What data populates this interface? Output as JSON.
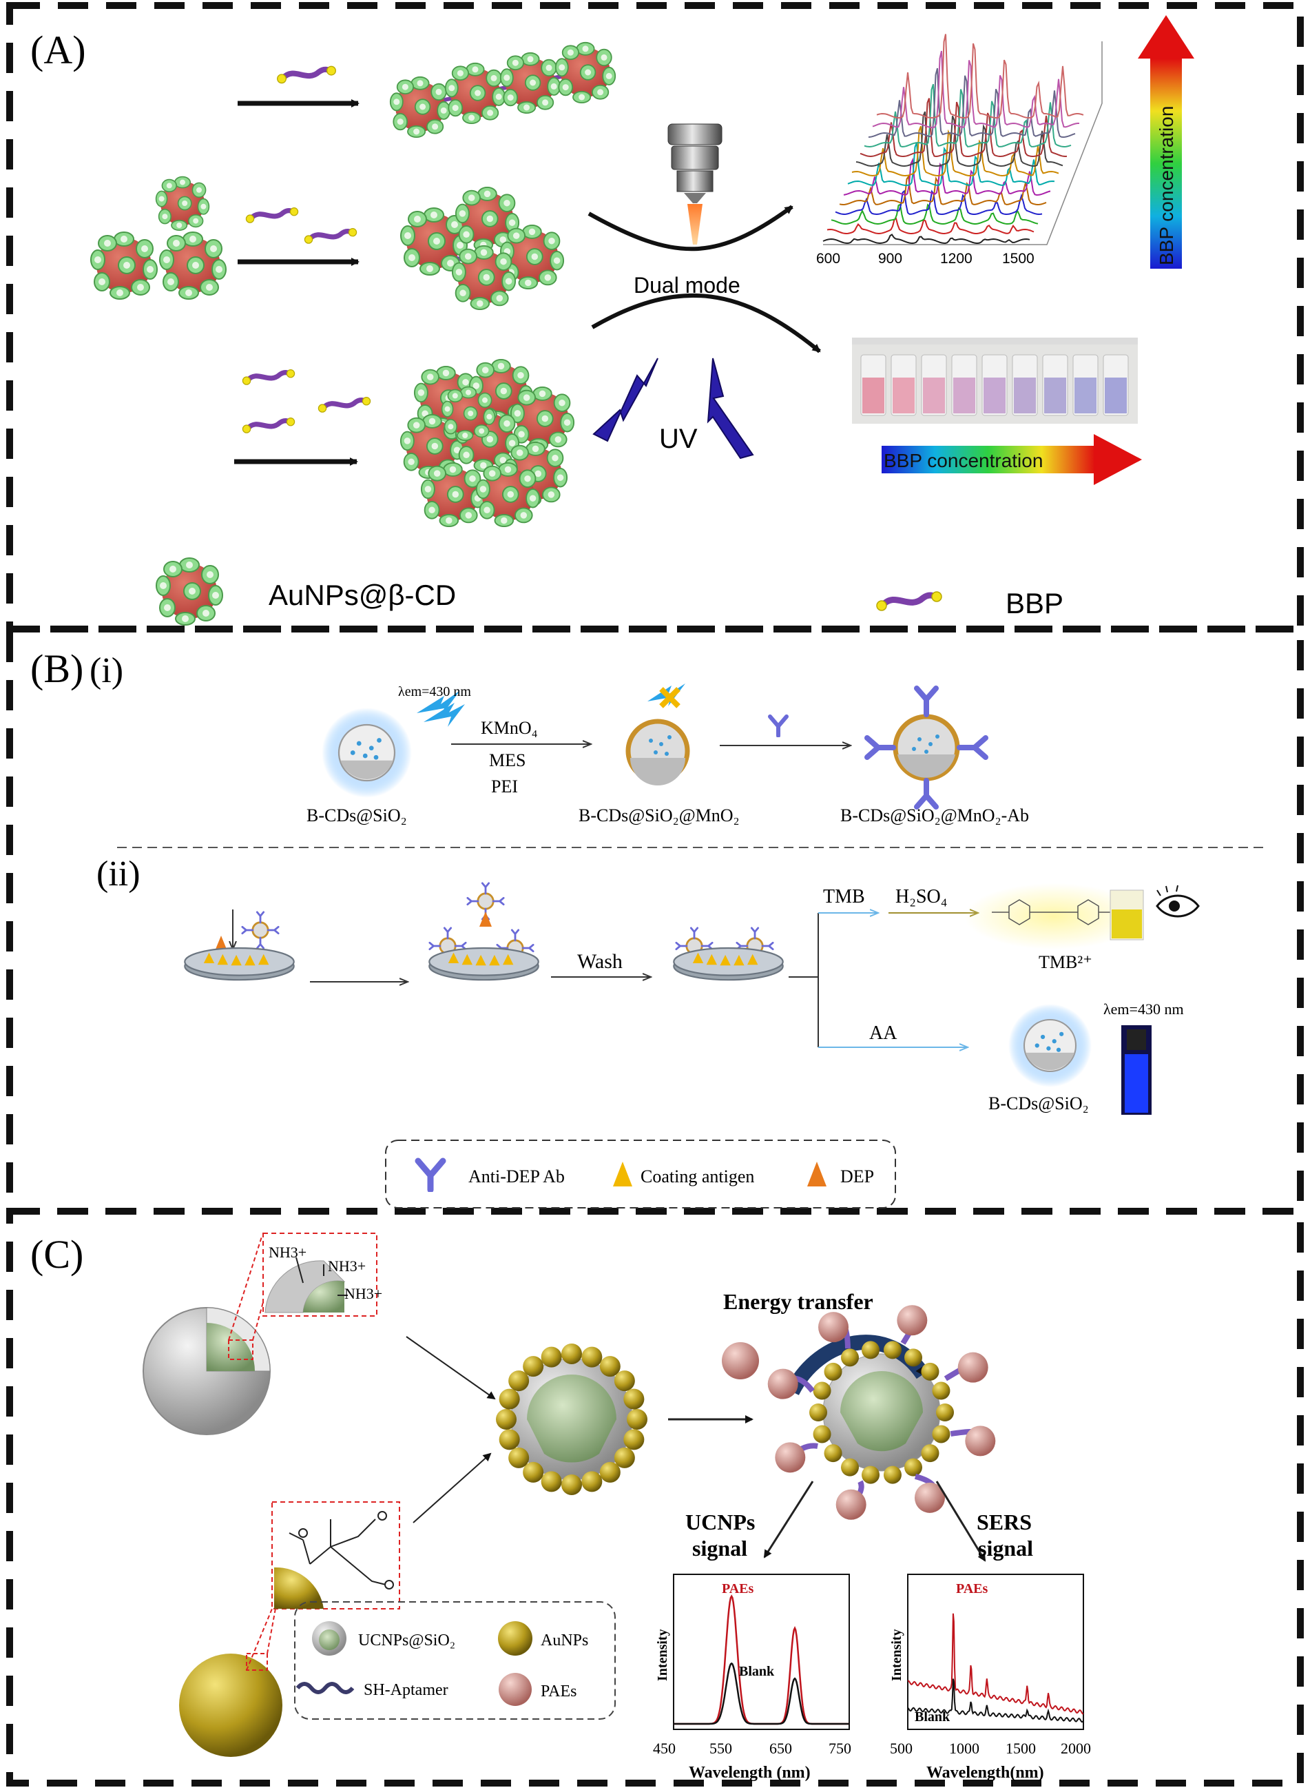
{
  "panelA": {
    "label": "(A)",
    "dual_mode": "Dual mode",
    "uv": "UV",
    "sers_axis_ticks": [
      "600",
      "900",
      "1200",
      "1500"
    ],
    "gradient_label_vertical": "BBP concentration",
    "gradient_label_horizontal": "BBP concentration",
    "legend_np": "AuNPs@β-CD",
    "legend_linker": "BBP"
  },
  "panelB": {
    "label": "(B)",
    "sub_i": "(i)",
    "sub_ii": "(ii)",
    "lambda_top": "λem=430 nm",
    "reagents": [
      "KMnO₄",
      "MES",
      "PEI"
    ],
    "product1": "B-CDs@SiO₂",
    "product2": "B-CDs@SiO₂@MnO₂",
    "product3": "B-CDs@SiO₂@MnO₂-Ab",
    "wash": "Wash",
    "tmb": "TMB",
    "h2so4": "H₂SO₄",
    "tmb2": "TMB²⁺",
    "aa": "AA",
    "lambda_bottom": "λem=430 nm",
    "product_bottom": "B-CDs@SiO₂",
    "legend": [
      "Anti-DEP Ab",
      "Coating antigen",
      "DEP"
    ]
  },
  "panelC": {
    "label": "(C)",
    "nh3_labels": [
      "NH3+",
      "NH3+",
      "NH3+"
    ],
    "energy_transfer": "Energy transfer",
    "ucnps_signal": [
      "UCNPs",
      "signal"
    ],
    "sers_signal": [
      "SERS",
      "signal"
    ],
    "legend": [
      "UCNPs@SiO₂",
      "AuNPs",
      "SH-Aptamer",
      "PAEs"
    ],
    "chart1": {
      "xlabel": "Wavelength (nm)",
      "ylabel": "Intensity",
      "ticks": [
        "450",
        "550",
        "650",
        "750"
      ],
      "series": [
        "PAEs",
        "Blank"
      ]
    },
    "chart2": {
      "xlabel": "Wavelength(nm)",
      "ylabel": "Intensity",
      "ticks": [
        "500",
        "1000",
        "1500",
        "2000"
      ],
      "series": [
        "PAEs",
        "Blank"
      ]
    }
  },
  "colors": {
    "np_green": "#8fd68f",
    "np_red": "#d9534f",
    "linker_purple": "#7b3fa8",
    "gold": "#b8a020",
    "curve_red": "#c0141c",
    "uv_arrow": "#2a1ea8"
  }
}
